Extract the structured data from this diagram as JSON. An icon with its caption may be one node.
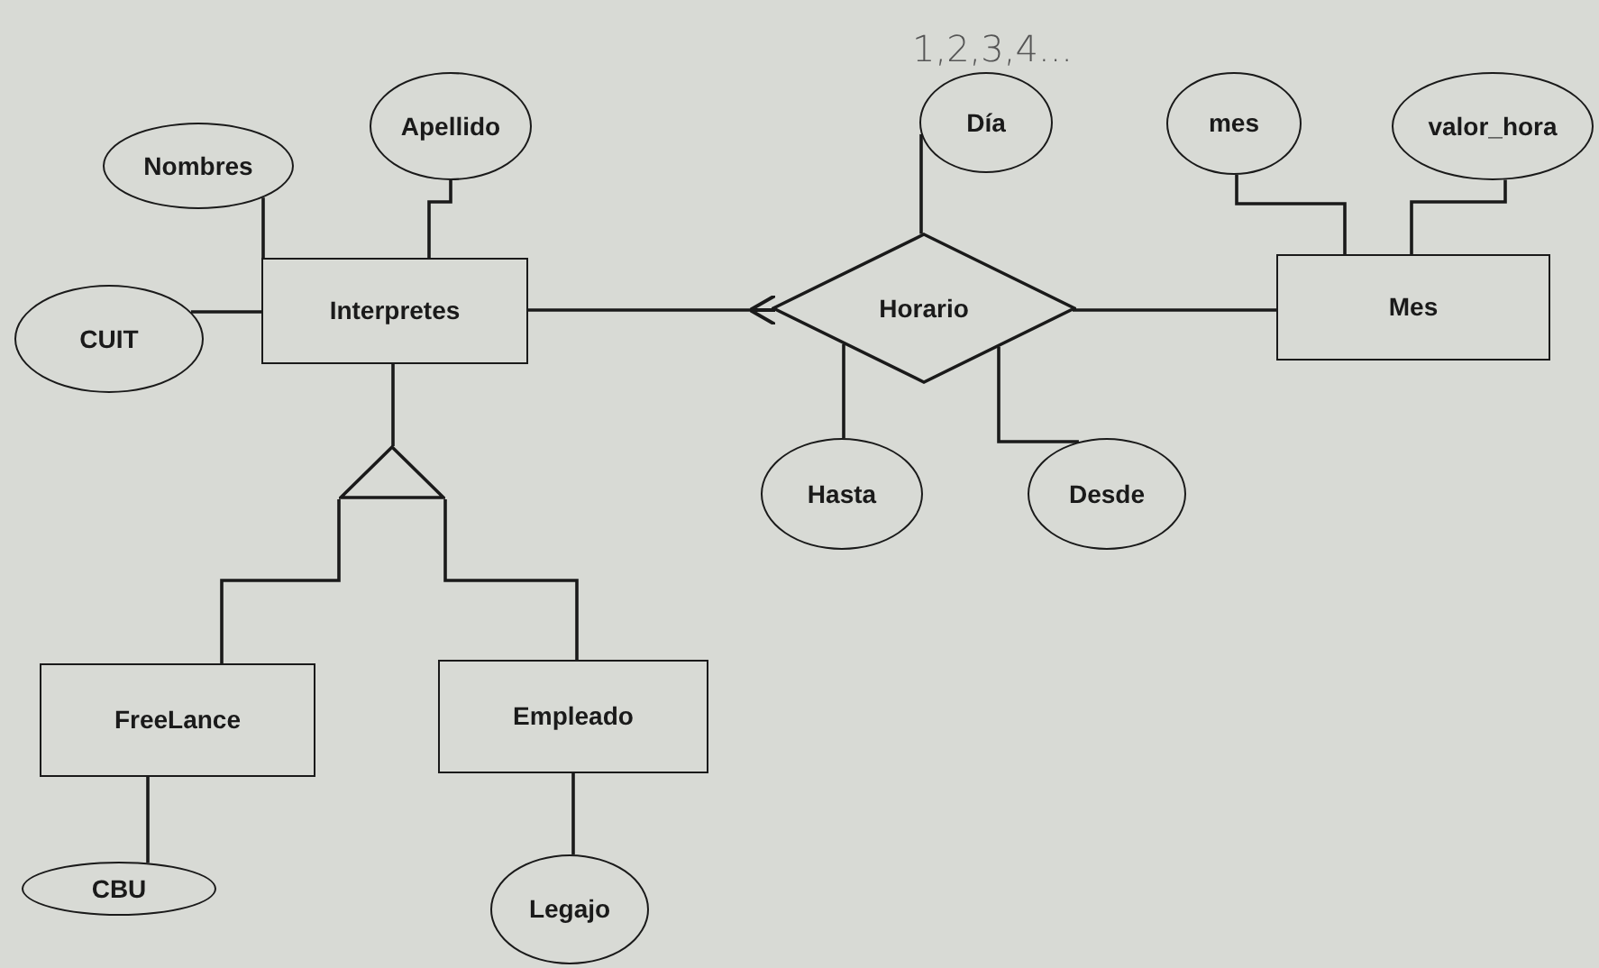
{
  "diagram": {
    "nodes": [
      {
        "text": [
          "Nombres"
        ]
      },
      {
        "text": [
          "Apellido"
        ]
      },
      {
        "text": [
          "CUIT"
        ]
      },
      {
        "text": [
          "Interpretes"
        ]
      },
      {
        "text": [
          "Horario"
        ]
      },
      {
        "text": [
          "Día"
        ]
      },
      {
        "text": [
          "mes"
        ]
      },
      {
        "text": [
          "valor_hora"
        ]
      },
      {
        "text": [
          "Mes"
        ]
      },
      {
        "text": [
          "Hasta"
        ]
      },
      {
        "text": [
          "Desde"
        ]
      },
      {
        "text": [],
        "shape": "triangle"
      },
      {
        "text": [
          "FreeLance"
        ]
      },
      {
        "text": [
          "Empleado"
        ]
      },
      {
        "text": [
          "CBU"
        ]
      },
      {
        "text": [
          "Legajo"
        ]
      }
    ],
    "edges": [
      {
        "from": 0,
        "to": 3,
        "arrow": "none"
      },
      {
        "from": 1,
        "to": 3,
        "arrow": "none"
      },
      {
        "from": 2,
        "to": 3,
        "arrow": "none"
      },
      {
        "from": 3,
        "to": 4,
        "arrow": "other"
      },
      {
        "from": 4,
        "to": 5,
        "arrow": "none"
      },
      {
        "from": 4,
        "to": 8,
        "arrow": "none"
      },
      {
        "from": 6,
        "to": 8,
        "arrow": "none"
      },
      {
        "from": 7,
        "to": 8,
        "arrow": "none"
      },
      {
        "from": 4,
        "to": 9,
        "arrow": "none"
      },
      {
        "from": 4,
        "to": 10,
        "arrow": "none"
      },
      {
        "from": 3,
        "to": 11,
        "arrow": "none"
      },
      {
        "from": 11,
        "to": 12,
        "arrow": "none"
      },
      {
        "from": 11,
        "to": 13,
        "arrow": "none"
      },
      {
        "from": 12,
        "to": 14,
        "arrow": "none"
      },
      {
        "from": 13,
        "to": 15,
        "arrow": "none"
      }
    ],
    "labels": [
      "1,2,3,4..."
    ]
  }
}
